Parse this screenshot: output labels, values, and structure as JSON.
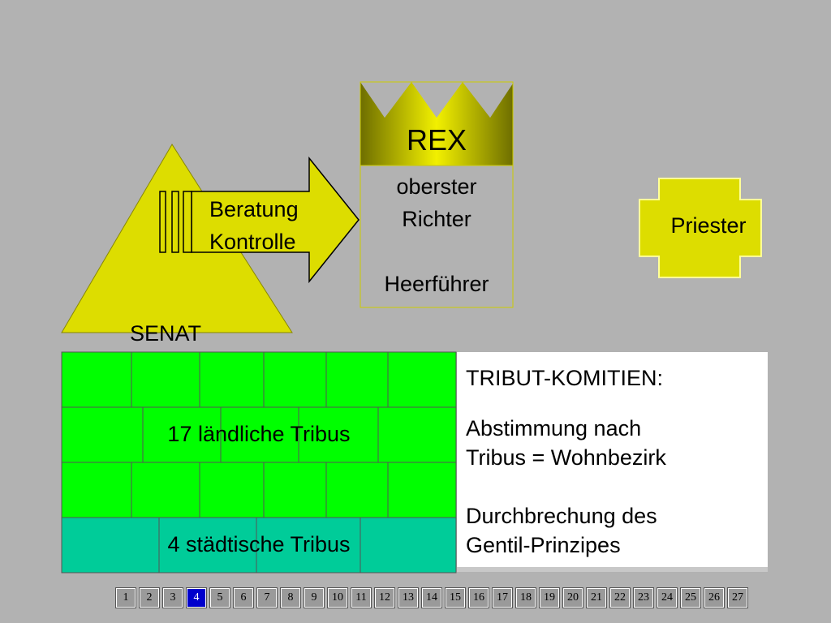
{
  "rex": {
    "title": "REX",
    "line1": "oberster",
    "line2": "Richter",
    "line3": "Heerführer"
  },
  "senat": {
    "label": "SENAT",
    "arrow_line1": "Beratung",
    "arrow_line2": "Kontrolle"
  },
  "priester": {
    "label": "Priester"
  },
  "tribus": {
    "rural_label": "17 ländliche Tribus",
    "urban_label": "4 städtische Tribus"
  },
  "info": {
    "title": "TRIBUT-KOMITIEN:",
    "p1_line1": "Abstimmung nach",
    "p1_line2": "Tribus = Wohnbezirk",
    "p2_line1": "Durchbrechung des",
    "p2_line2": "Gentil-Prinzipes"
  },
  "pagination": {
    "pages": [
      "1",
      "2",
      "3",
      "4",
      "5",
      "6",
      "7",
      "8",
      "9",
      "10",
      "11",
      "12",
      "13",
      "14",
      "15",
      "16",
      "17",
      "18",
      "19",
      "20",
      "21",
      "22",
      "23",
      "24",
      "25",
      "26",
      "27"
    ],
    "current": "4"
  },
  "colors": {
    "background": "#b2b2b2",
    "crown_yellow": "#f2f000",
    "crown_dark": "#6e6e00",
    "triangle_yellow": "#dddd00",
    "rural_green": "#00ff00",
    "urban_teal": "#00cc99",
    "current_page": "#0000cc"
  }
}
